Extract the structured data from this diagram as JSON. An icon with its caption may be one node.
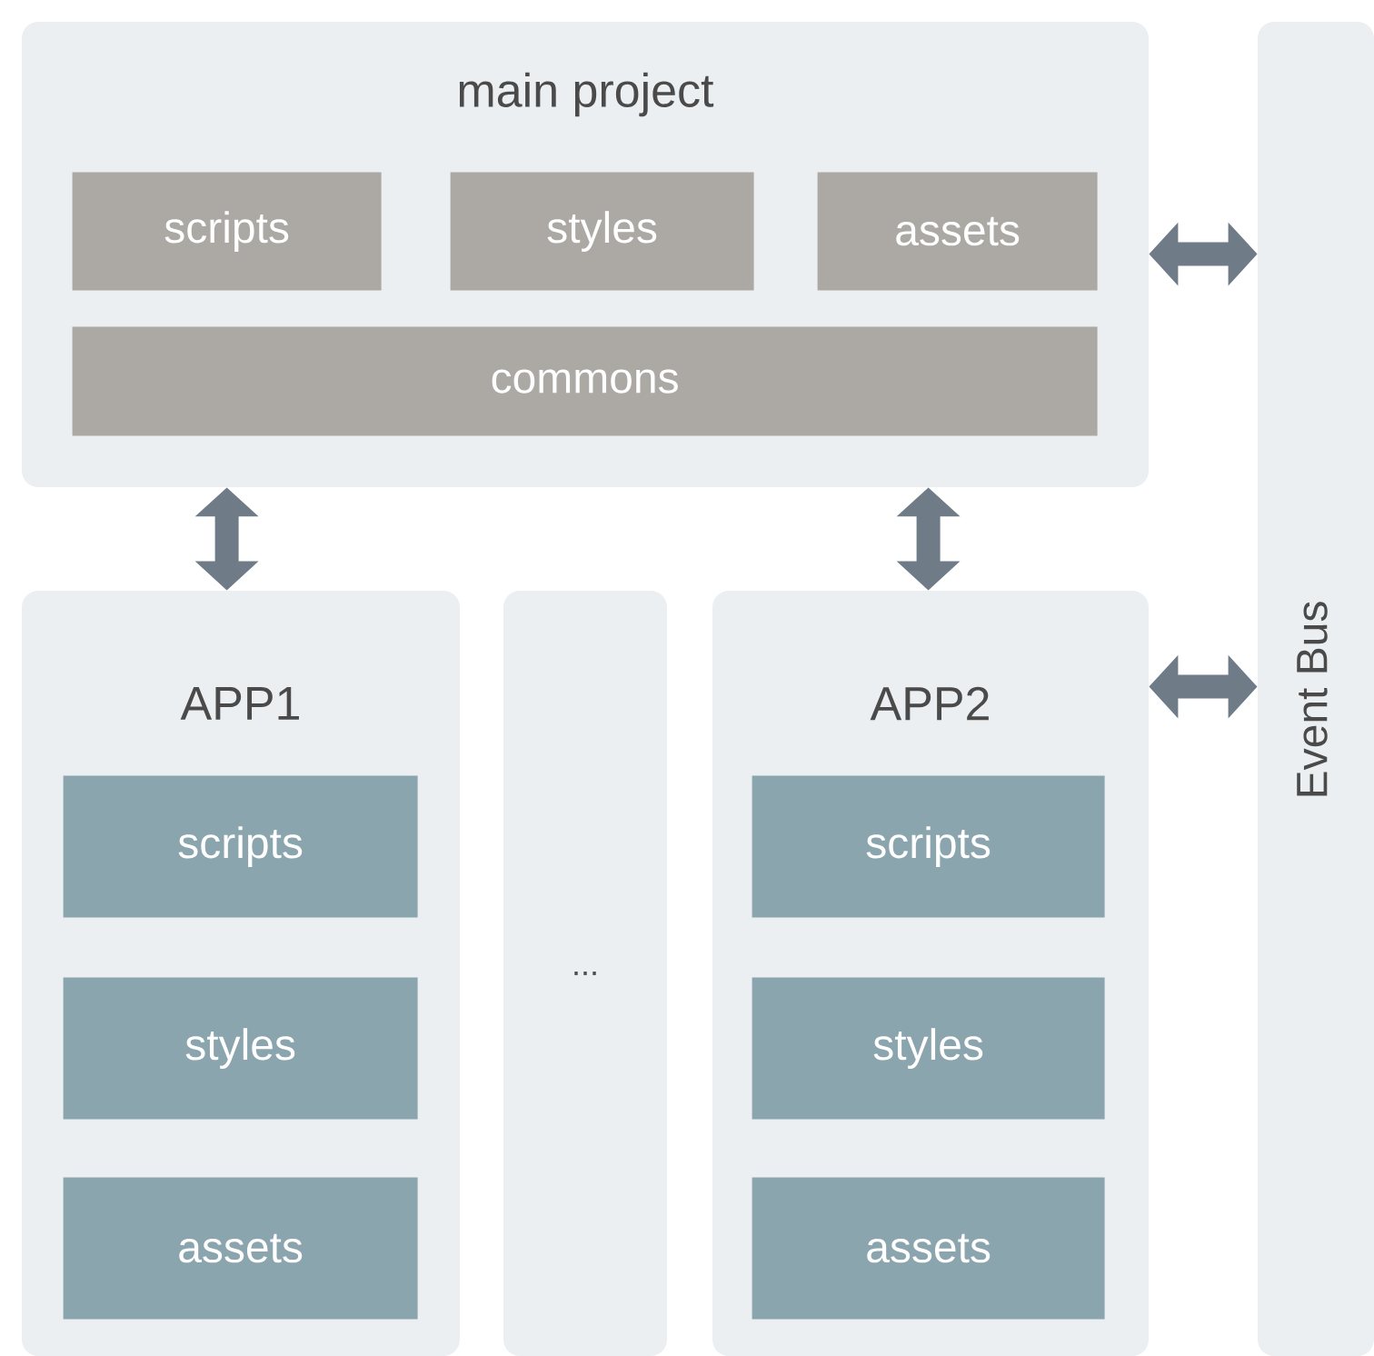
{
  "diagram": {
    "nodes": [
      {
        "text": [
          "main project"
        ]
      },
      {
        "text": [
          "scripts"
        ],
        "in": 0
      },
      {
        "text": [
          "styles"
        ],
        "in": 0
      },
      {
        "text": [
          "assets"
        ],
        "in": 0
      },
      {
        "text": [
          "commons"
        ],
        "in": 0
      },
      {
        "text": [
          "APP1"
        ]
      },
      {
        "text": [
          "scripts"
        ],
        "in": 5
      },
      {
        "text": [
          "styles"
        ],
        "in": 5
      },
      {
        "text": [
          "assets"
        ],
        "in": 5
      },
      {
        "text": [
          "..."
        ]
      },
      {
        "text": [
          "APP2"
        ]
      },
      {
        "text": [
          "scripts"
        ],
        "in": 10
      },
      {
        "text": [
          "styles"
        ],
        "in": 10
      },
      {
        "text": [
          "assets"
        ],
        "in": 10
      },
      {
        "text": [
          "Event Bus"
        ]
      }
    ],
    "edges": [
      {
        "from": 0,
        "to": 5,
        "arrow": "both"
      },
      {
        "from": 0,
        "to": 10,
        "arrow": "both"
      },
      {
        "from": 0,
        "to": 14,
        "arrow": "both"
      },
      {
        "from": 10,
        "to": 14,
        "arrow": "both"
      }
    ]
  }
}
